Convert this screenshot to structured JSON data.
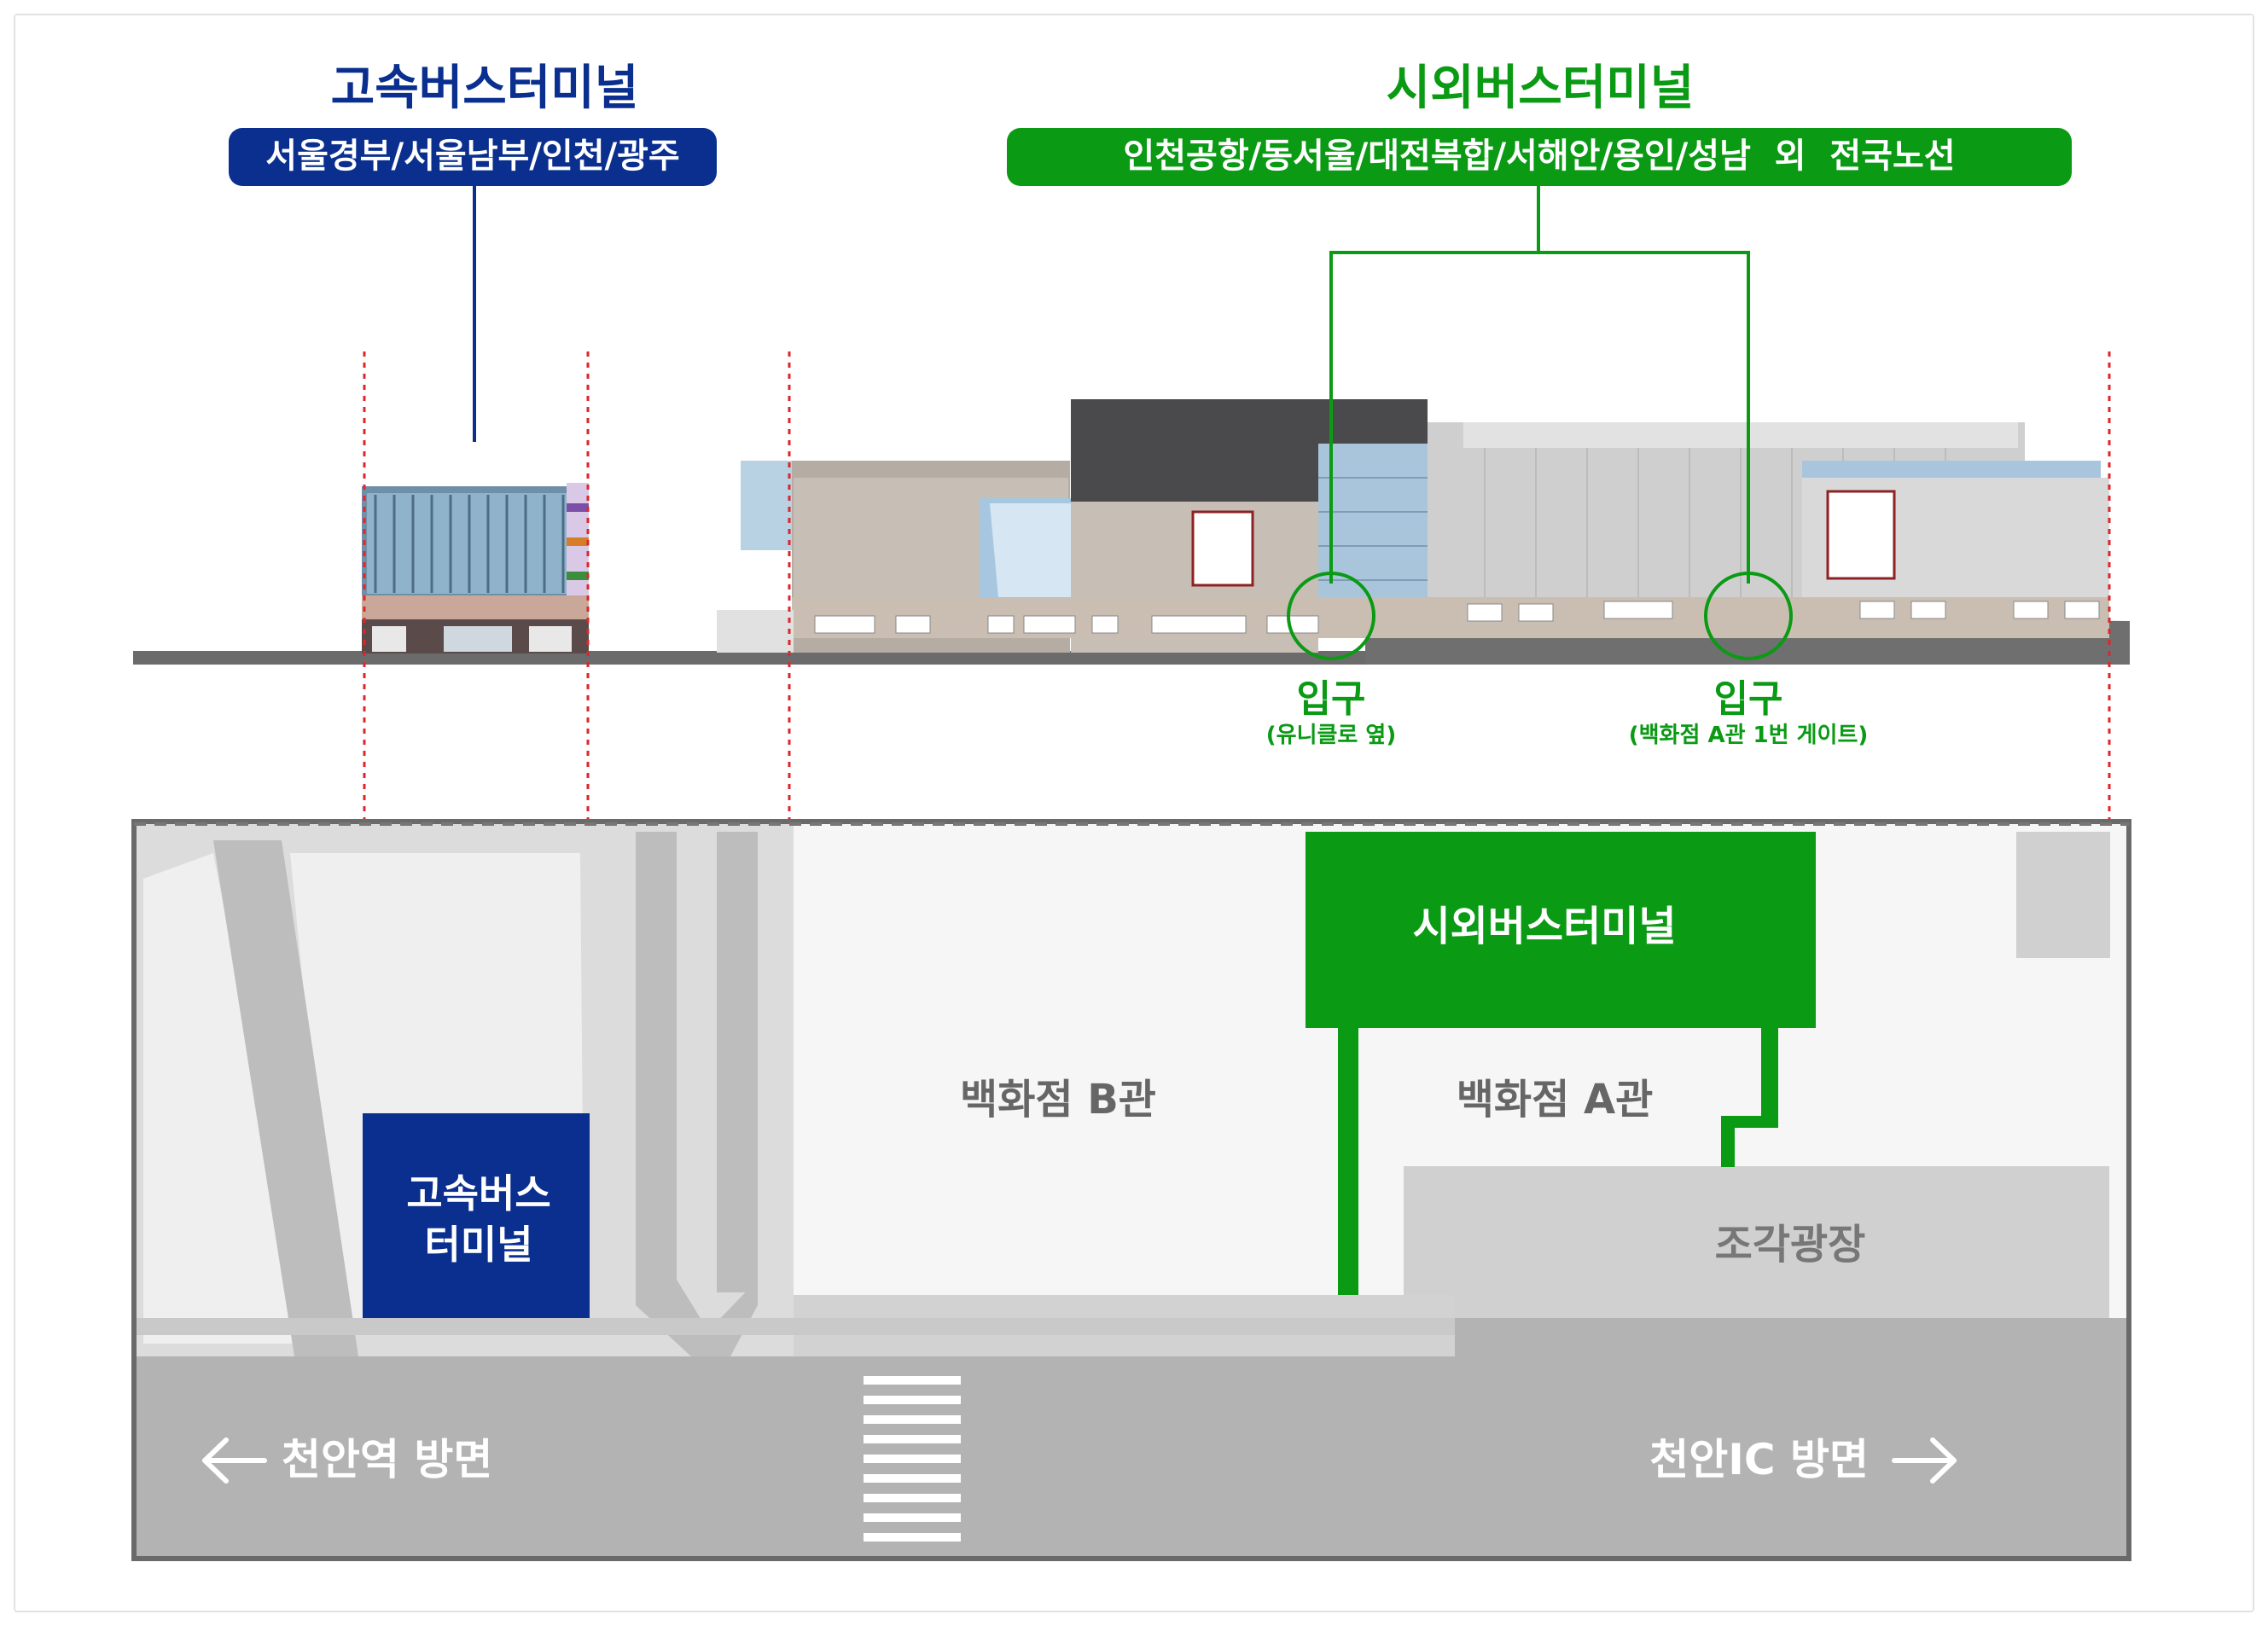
{
  "express_terminal": {
    "title": "고속버스터미널",
    "routes": "서울경부/서울남부/인천/광주",
    "map_label_line1": "고속버스",
    "map_label_line2": "터미널"
  },
  "intercity_terminal": {
    "title": "시외버스터미널",
    "routes": "인천공항/동서울/대전복합/서해안/용인/성남  외  전국노선",
    "map_label": "시외버스터미널"
  },
  "entrances": [
    {
      "label": "입구",
      "note": "(유니클로 옆)"
    },
    {
      "label": "입구",
      "note": "(백화점 A관 1번 게이트)"
    }
  ],
  "areas": {
    "dept_b": "백화점 B관",
    "dept_a": "백화점 A관",
    "sculpture_plaza": "조각광장"
  },
  "directions": {
    "left": "천안역 방면",
    "right": "천안IC 방면",
    "left_arrow": "arrow-left-icon",
    "right_arrow": "arrow-right-icon"
  },
  "colors": {
    "express_blue": "#0a2f8f",
    "intercity_green": "#0a9a14",
    "road_gray": "#b3b3b3",
    "plaza_gray": "#d0d0d0",
    "guide_red": "#e0242a"
  }
}
